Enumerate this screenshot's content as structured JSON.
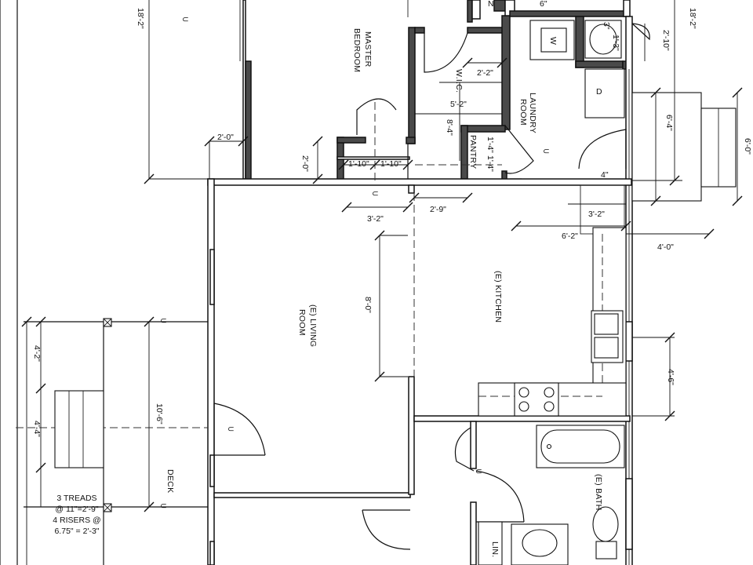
{
  "rooms": {
    "master_bedroom": [
      "MASTER",
      "BEDROOM"
    ],
    "wic": "W.I.C.",
    "laundry": [
      "LAUNDRY",
      "ROOM"
    ],
    "pantry": "PANTRY",
    "living": [
      "(E) LIVING",
      "ROOM"
    ],
    "kitchen": "(E) KITCHEN",
    "bath": "(E) BATH",
    "deck": "DECK",
    "linen": "LIN."
  },
  "appliances": {
    "washer": "W",
    "dryer": "D"
  },
  "stair_note": [
    "3 TREADS",
    "@ 11\"=2'-9\"",
    "4 RISERS @",
    "6.75\" = 2'-3\""
  ],
  "dimensions": {
    "left_18_2": "18'-2\"",
    "right_18_2": "18'-2\"",
    "d_2_0_top": "2'-0\"",
    "d_2_0_side": "2'-0\"",
    "d_1_10_a": "1'-10\"",
    "d_1_10_b": "1'-10\"",
    "d_3_2_left": "3'-2\"",
    "d_2_9": "2'-9\"",
    "d_2_2": "2'-2\"",
    "d_5_2": "5'-2\"",
    "d_8_4": "8'-4\"",
    "d_1_4_a": "1'-4\"",
    "d_1_4_b": "1'-4\"",
    "d_1_3": "1'-3\"",
    "d_3": "3\"",
    "d_2_10": "2'-10\"",
    "d_6_4": "6'-4\"",
    "d_6_0": "6'-0\"",
    "d_4_in": "4\"",
    "d_3_2_right": "3'-2\"",
    "d_6_2": "6'-2\"",
    "d_4_0": "4'-0\"",
    "d_8_0": "8'-0\"",
    "d_4_6": "4'-6\"",
    "d_4_2": "4'-2\"",
    "d_4_4": "4'-4\"",
    "d_10_6": "10'-6\"",
    "top_frag_a": "6\"",
    "top_frag_b": "N"
  }
}
